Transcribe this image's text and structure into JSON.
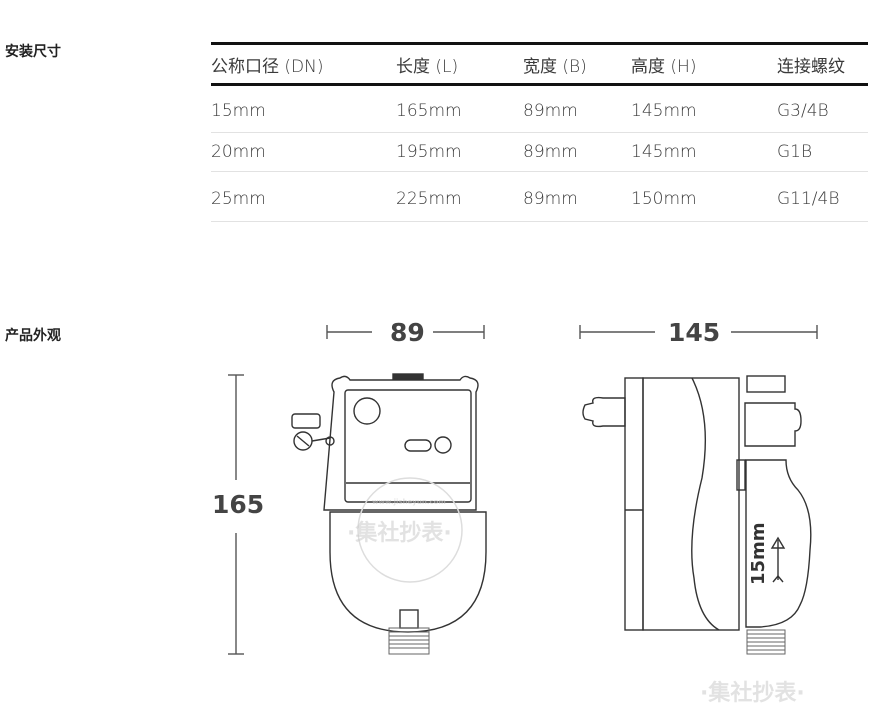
{
  "install": {
    "label": "安装尺寸",
    "headers": [
      "公称口径 (DN)",
      "长度 (L)",
      "宽度 (B)",
      "高度 (H)",
      "连接螺纹"
    ],
    "rows": [
      [
        "15mm",
        "165mm",
        "89mm",
        "145mm",
        "G3/4B"
      ],
      [
        "20mm",
        "195mm",
        "89mm",
        "145mm",
        "G1B"
      ],
      [
        "25mm",
        "225mm",
        "89mm",
        "150mm",
        "G11/4B"
      ]
    ]
  },
  "appearance": {
    "label": "产品外观",
    "width_dim": "89",
    "height_dim": "145",
    "length_dim": "165",
    "side_marking": "15mm",
    "watermark": "·集社抄表·",
    "watermark_url": "www.jisheyun.com"
  }
}
